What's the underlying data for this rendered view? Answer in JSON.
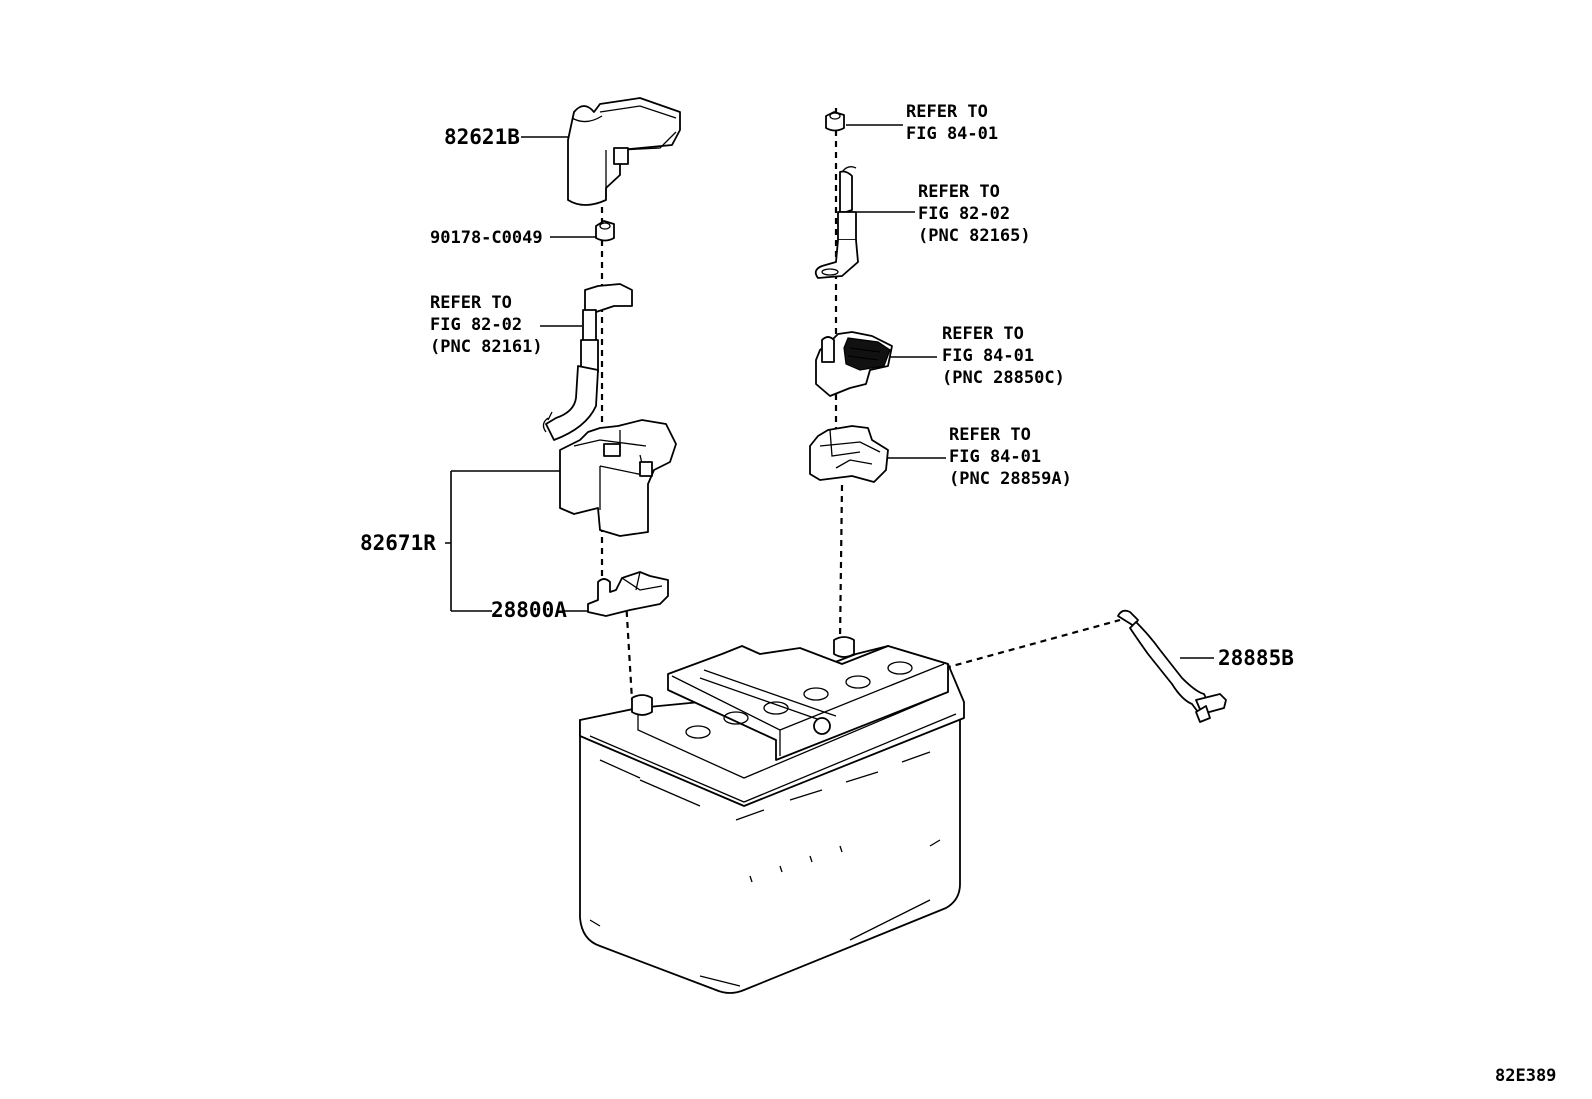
{
  "figure_id": "82E389",
  "parts": {
    "p82621B": "82621B",
    "p90178": "90178-C0049",
    "p82671R": "82671R",
    "p28800A": "28800A",
    "p28885B": "28885B"
  },
  "refs": {
    "r1": [
      "REFER TO",
      "FIG 84-01"
    ],
    "r2": [
      "REFER TO",
      "FIG 82-02",
      "(PNC 82165)"
    ],
    "r3": [
      "REFER TO",
      "FIG 82-02",
      "(PNC 82161)"
    ],
    "r4": [
      "REFER TO",
      "FIG 84-01",
      "(PNC 28850C)"
    ],
    "r5": [
      "REFER TO",
      "FIG 84-01",
      "(PNC 28859A)"
    ]
  }
}
